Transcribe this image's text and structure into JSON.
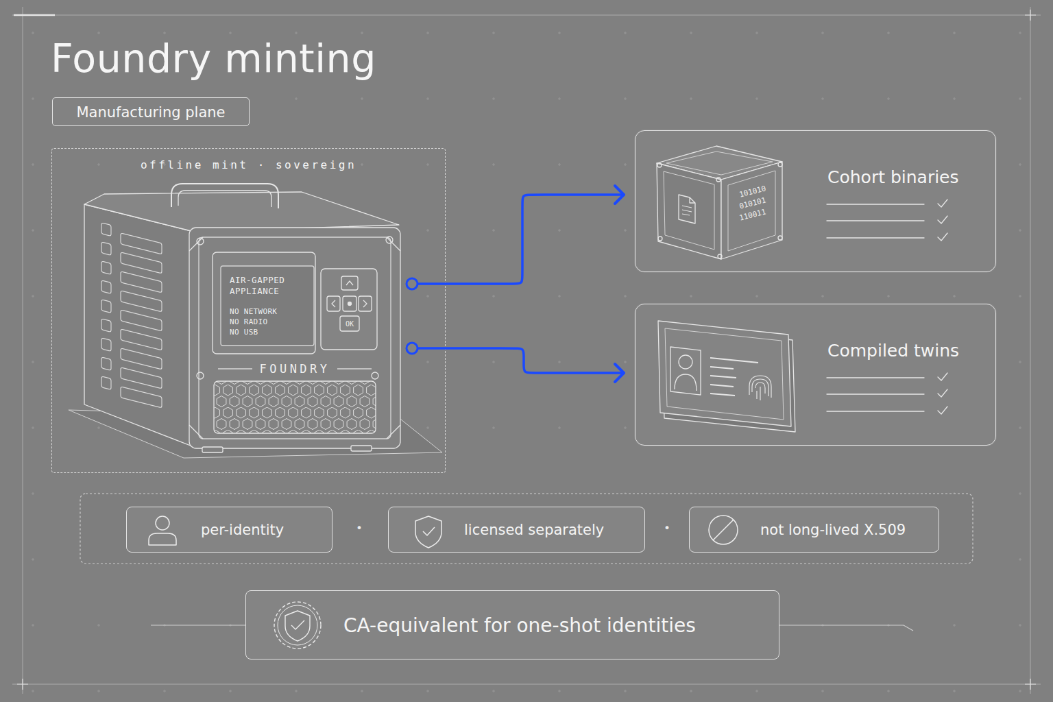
{
  "diagram": {
    "title": "Foundry minting",
    "nodes": [
      {
        "text": [
          "Manufacturing plane"
        ]
      },
      {
        "text": [
          "offline mint · sovereign"
        ]
      },
      {
        "text": [
          "Cohort binaries"
        ]
      },
      {
        "text": [
          "Compiled twins"
        ]
      },
      {
        "text": [
          "per-identity"
        ]
      },
      {
        "text": [
          "licensed separately"
        ]
      },
      {
        "text": [
          "not long-lived X.509"
        ]
      },
      {
        "text": [
          "CA-equivalent for one-shot identities"
        ]
      }
    ],
    "edges": [
      {
        "from": 1,
        "to": 2,
        "arrow": "to"
      },
      {
        "from": 1,
        "to": 3,
        "arrow": "to"
      }
    ],
    "labels": [
      "AIR-GAPPED APPLIANCE",
      "NO NETWORK",
      "NO RADIO",
      "NO USB",
      "OK",
      "FOUNDRY",
      "101010",
      "010101",
      "110011",
      "•",
      "•"
    ]
  }
}
